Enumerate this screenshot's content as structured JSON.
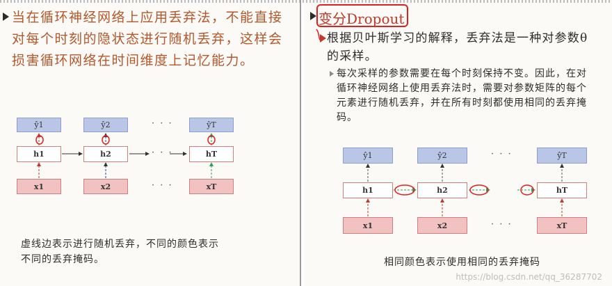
{
  "left": {
    "paragraph": "当在循环神经网络上应用丢弃法，不能直接对每个时刻的隐状态进行随机丢弃，这样会损害循环网络在时间维度上记忆能力。",
    "diagram": {
      "y_labels": [
        "ŷ1",
        "ŷ2",
        "ŷT"
      ],
      "h_labels": [
        "h1",
        "h2",
        "hT"
      ],
      "x_labels": [
        "x1",
        "x2",
        "xT"
      ],
      "ellipsis": "· · ·"
    },
    "caption_line1": "虚线边表示进行随机丢弃，不同的颜色表示",
    "caption_line2": "不同的丢弃掩码。"
  },
  "right": {
    "title": "变分Dropout",
    "paragraph": "根据贝叶斯学习的解释，丢弃法是一种对参数θ的采样。",
    "sub_paragraph": "每次采样的参数需要在每个时刻保持不变。因此，在对循环神经网络上使用丢弃法时，需要对参数矩阵的每个元素进行随机丢弃，并在所有时刻都使用相同的丢弃掩码。",
    "diagram": {
      "y_labels": [
        "ŷ1",
        "ŷ2",
        "ŷT"
      ],
      "h_labels": [
        "h1",
        "h2",
        "hT"
      ],
      "x_labels": [
        "x1",
        "x2",
        "xT"
      ],
      "ellipsis": "· · ·"
    },
    "caption": "相同颜色表示使用相同的丢弃掩码"
  },
  "watermark": "https://blog.csdn.net/qq_36287702",
  "colors": {
    "accent_text": "#b5572c",
    "annotation_red": "#e02020",
    "dashed_red": "#c0392b",
    "dashed_green": "#2e9e5b"
  }
}
